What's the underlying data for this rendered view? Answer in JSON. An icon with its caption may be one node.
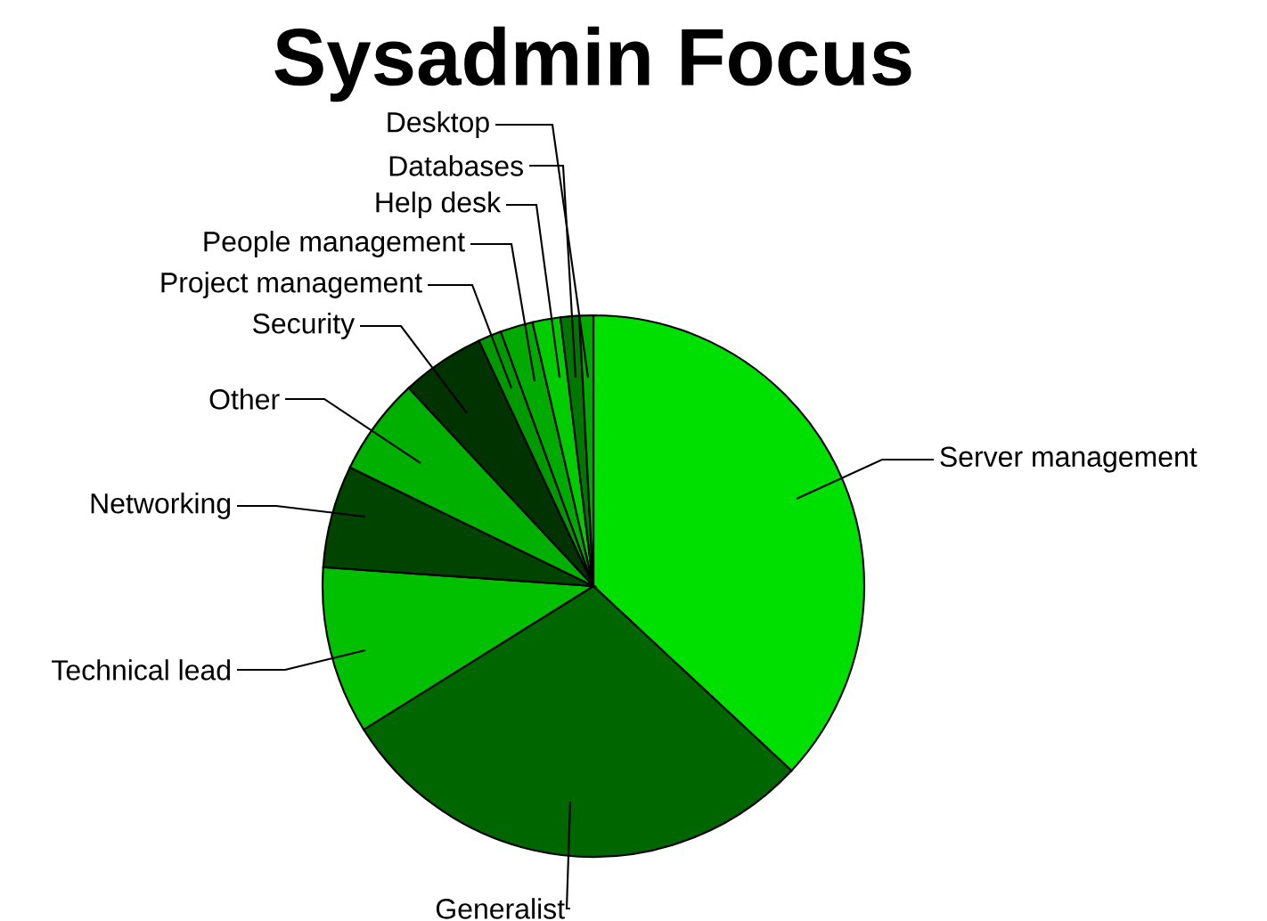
{
  "diagram": {
    "title": "Sysadmin Focus",
    "nodes": [
      {
        "text": [
          "Server management"
        ]
      },
      {
        "text": [
          "Generalist"
        ]
      },
      {
        "text": [
          "Technical lead"
        ]
      },
      {
        "text": [
          "Networking"
        ]
      },
      {
        "text": [
          "Other"
        ]
      },
      {
        "text": [
          "Security"
        ]
      },
      {
        "text": [
          "Project management"
        ]
      },
      {
        "text": [
          "People management"
        ]
      },
      {
        "text": [
          "Help desk"
        ]
      },
      {
        "text": [
          "Databases"
        ]
      },
      {
        "text": [
          "Desktop"
        ]
      }
    ],
    "edges": [
      {
        "from": 0,
        "to": null,
        "arrow": "none"
      },
      {
        "from": 1,
        "to": null,
        "arrow": "none"
      },
      {
        "from": 2,
        "to": null,
        "arrow": "none"
      },
      {
        "from": 3,
        "to": null,
        "arrow": "none"
      },
      {
        "from": 4,
        "to": null,
        "arrow": "none"
      },
      {
        "from": 5,
        "to": null,
        "arrow": "none"
      },
      {
        "from": 6,
        "to": null,
        "arrow": "none"
      },
      {
        "from": 7,
        "to": null,
        "arrow": "none"
      },
      {
        "from": 8,
        "to": null,
        "arrow": "none"
      },
      {
        "from": 9,
        "to": null,
        "arrow": "none"
      },
      {
        "from": 10,
        "to": null,
        "arrow": "none"
      }
    ]
  }
}
